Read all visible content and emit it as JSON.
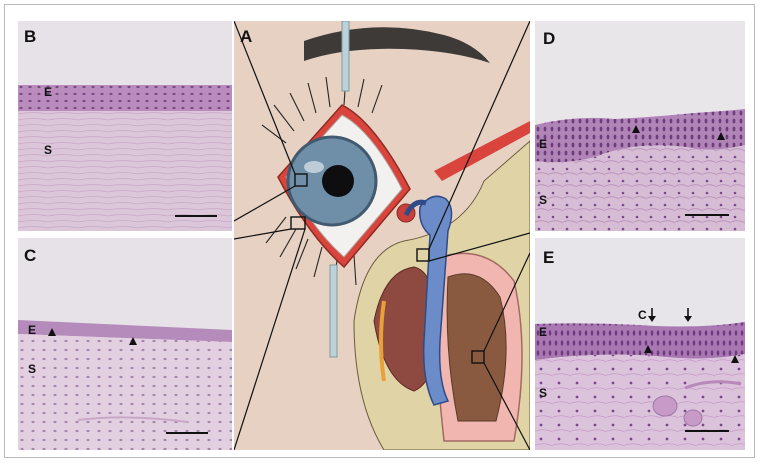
{
  "figure": {
    "panel_a": {
      "letter": "A"
    },
    "panel_b": {
      "letter": "B",
      "epithelium": "E",
      "stroma": "S"
    },
    "panel_c": {
      "letter": "C",
      "epithelium": "E",
      "stroma": "S"
    },
    "panel_d": {
      "letter": "D",
      "epithelium": "E",
      "stroma": "S"
    },
    "panel_e": {
      "letter": "E",
      "epithelium": "E",
      "stroma": "S",
      "cilia_label": "C"
    }
  },
  "colors": {
    "histology_bg": "#e9e1e7",
    "epithelium_pink": "#b889bb",
    "stroma_pink": "#d8bfd6",
    "skin": "#e8d2c3",
    "iris": "#6f8ea8",
    "conjunctiva_red": "#d9453c",
    "lacrimal_blue": "#6b8cc8"
  }
}
